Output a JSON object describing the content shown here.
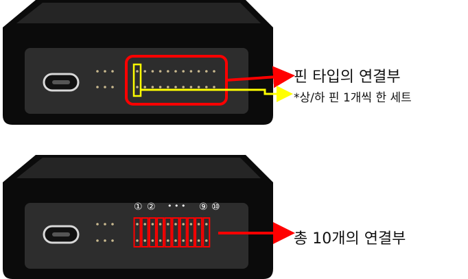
{
  "labels": {
    "pin_type": "핀 타입의 연결부",
    "pin_set_note": "*상/하 핀 1개씩 한 세트",
    "total": "총 10개의 연결부"
  },
  "markers": {
    "first": "①",
    "second": "②",
    "ellipsis": "• • •",
    "ninth": "⑨",
    "tenth": "⑩"
  },
  "colors": {
    "device_body": "#0b0b0b",
    "device_top": "#232323",
    "panel": "#2e2e2e",
    "pin": "#c9b98f",
    "highlight_red": "#ff0000",
    "highlight_yellow": "#ffff00"
  }
}
